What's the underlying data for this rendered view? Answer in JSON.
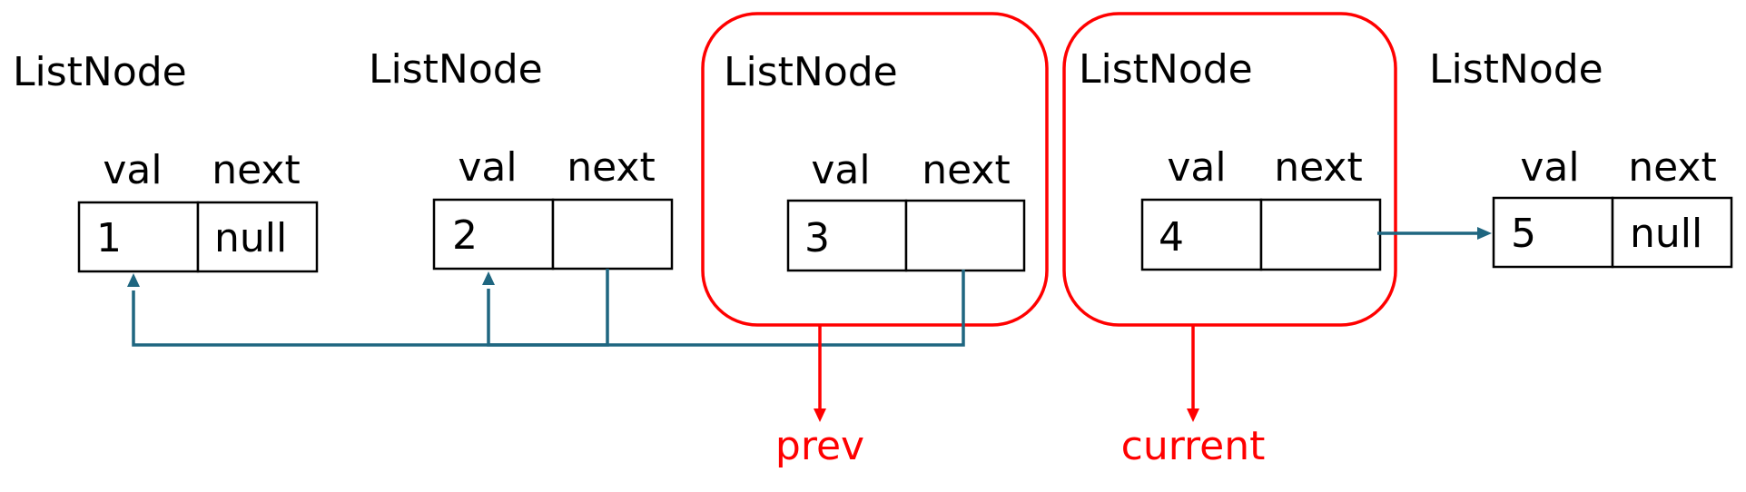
{
  "colors": {
    "link": "#1f6680",
    "highlight": "#ff0000",
    "cell_border": "#000000",
    "text": "#000000"
  },
  "nodes": [
    {
      "title": "ListNode",
      "val_label": "val",
      "next_label": "next",
      "val": "1",
      "next": "null"
    },
    {
      "title": "ListNode",
      "val_label": "val",
      "next_label": "next",
      "val": "2",
      "next": ""
    },
    {
      "title": "ListNode",
      "val_label": "val",
      "next_label": "next",
      "val": "3",
      "next": ""
    },
    {
      "title": "ListNode",
      "val_label": "val",
      "next_label": "next",
      "val": "4",
      "next": ""
    },
    {
      "title": "ListNode",
      "val_label": "val",
      "next_label": "next",
      "val": "5",
      "next": "null"
    }
  ],
  "pointers": {
    "prev": "prev",
    "current": "current"
  }
}
